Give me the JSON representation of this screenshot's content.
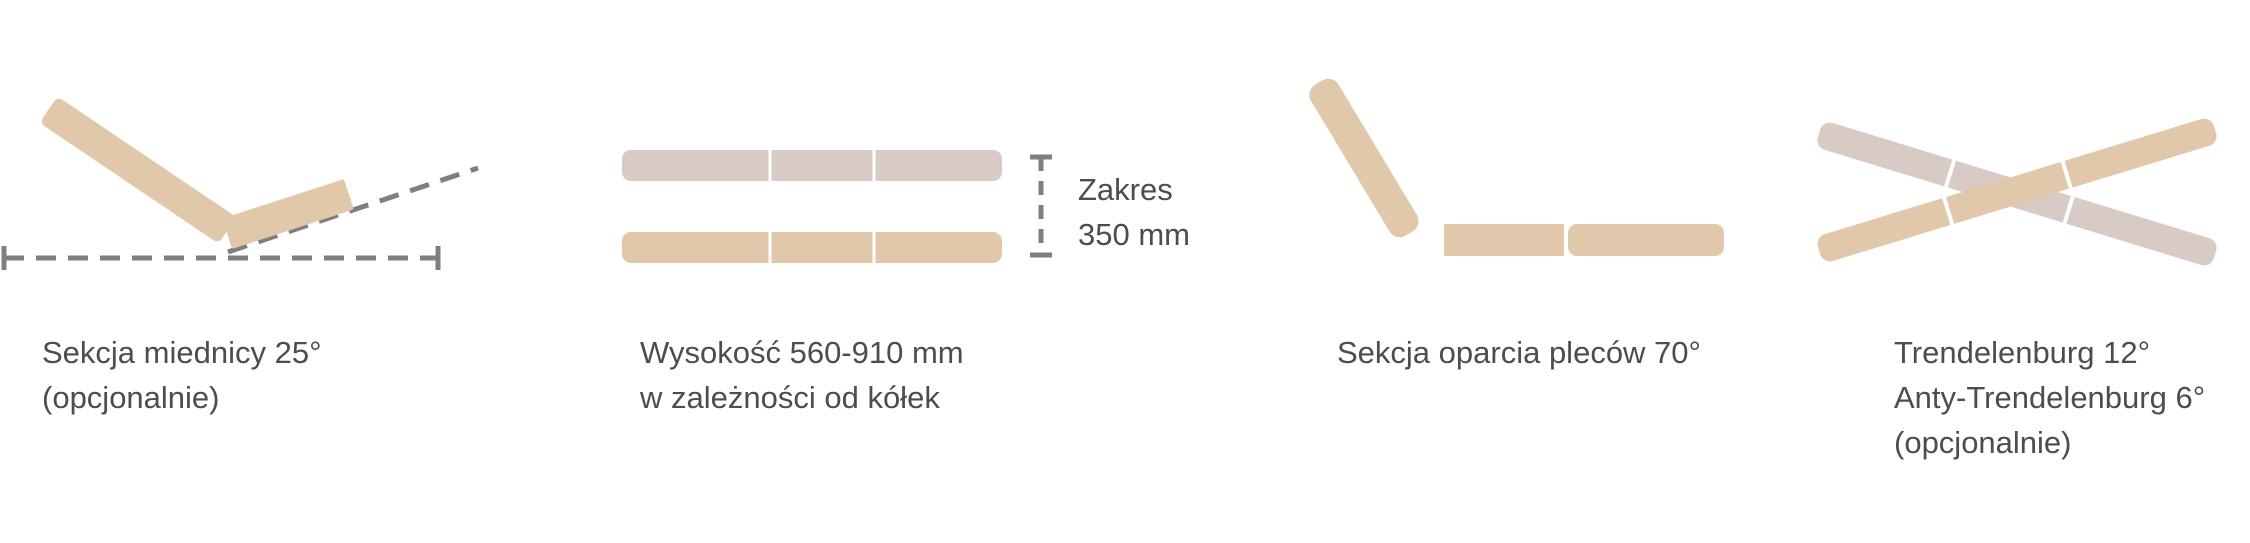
{
  "colors": {
    "beige": "#e2c8ab",
    "gray_beige": "#d8cbc6",
    "dash": "#7f7f7f",
    "text": "#4d4d4d",
    "background": "#ffffff"
  },
  "panels": [
    {
      "id": "pelvic-section",
      "caption": [
        "Sekcja miednicy 25°",
        "(opcjonalnie)"
      ]
    },
    {
      "id": "height",
      "caption": [
        "Wysokość 560-910 mm",
        "w zależności od kółek"
      ],
      "range_label": [
        "Zakres",
        "350 mm"
      ]
    },
    {
      "id": "backrest",
      "caption": [
        "Sekcja oparcia pleców 70°"
      ]
    },
    {
      "id": "trendelenburg",
      "caption": [
        "Trendelenburg 12°",
        "Anty-Trendelenburg 6°",
        "(opcjonalnie)"
      ]
    }
  ]
}
